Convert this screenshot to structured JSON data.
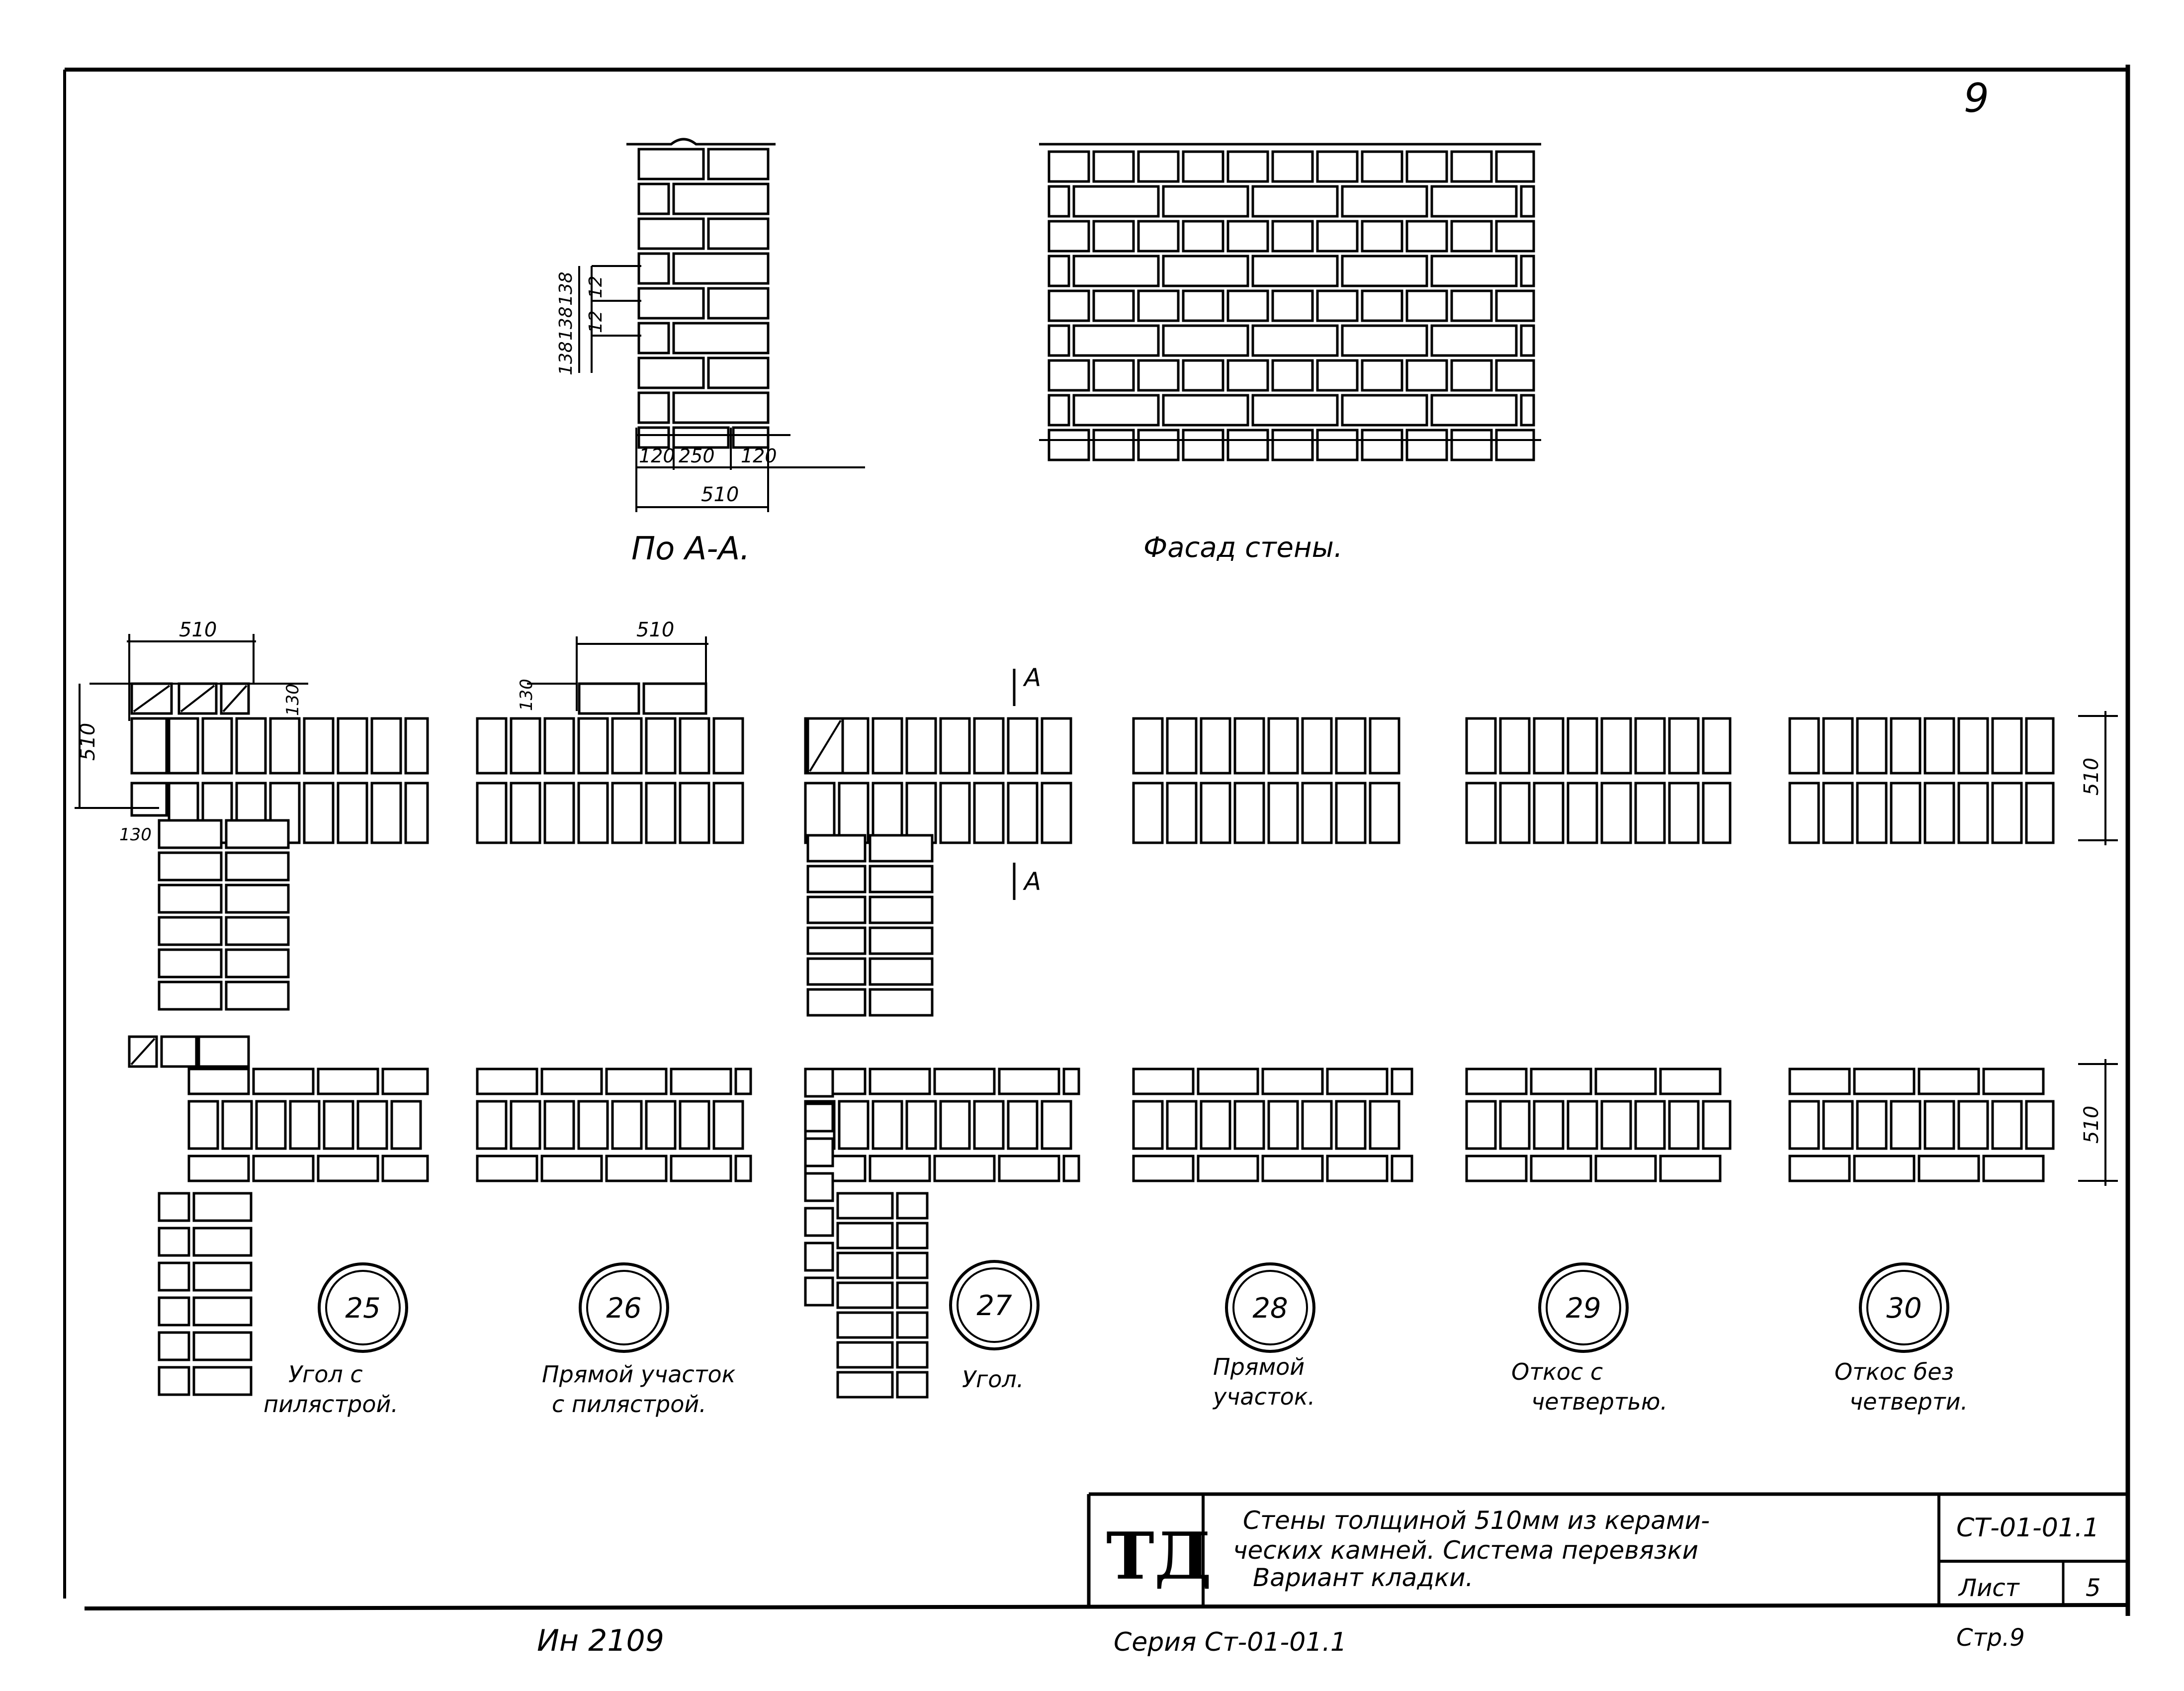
{
  "sheet": {
    "page_number": "9",
    "inventory": "Ин 2109",
    "series_footer": "Серия Ст-01-01.1",
    "page_ref": "Стр.9"
  },
  "title_block": {
    "logo": "ТД",
    "title_lines": [
      "Стены толщиной 510мм из керами-",
      "ческих камней. Система перевязки",
      "Вариант кладки."
    ],
    "code": "СТ-01-01.1",
    "sheet_label": "Лист",
    "sheet_no": "5"
  },
  "section_view": {
    "caption": "По А-А.",
    "dims_bottom": [
      "120",
      "250",
      "120"
    ],
    "dim_total": "510",
    "dims_side": [
      "138",
      "138",
      "138"
    ],
    "dims_joint": [
      "12",
      "12"
    ]
  },
  "facade_view": {
    "caption": "Фасад стены."
  },
  "section_marks": [
    "А",
    "А"
  ],
  "variants": [
    {
      "number": "25",
      "caption": [
        "Угол с",
        "пилястрой."
      ],
      "dims": [
        "510",
        "510",
        "130",
        "130"
      ]
    },
    {
      "number": "26",
      "caption": [
        "Прямой участок",
        "с пилястрой."
      ],
      "dims": [
        "510",
        "130"
      ]
    },
    {
      "number": "27",
      "caption": [
        "Угол."
      ]
    },
    {
      "number": "28",
      "caption": [
        "Прямой",
        "участок."
      ]
    },
    {
      "number": "29",
      "caption": [
        "Откос с",
        "четвертью."
      ]
    },
    {
      "number": "30",
      "caption": [
        "Откос без",
        "четверти."
      ],
      "dims": [
        "510",
        "510"
      ]
    }
  ]
}
